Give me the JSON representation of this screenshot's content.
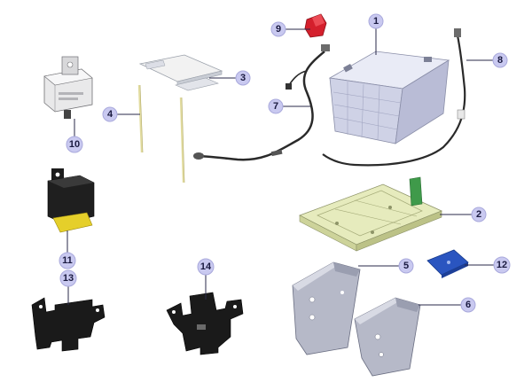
{
  "parts": [
    {
      "number": "1"
    },
    {
      "number": "2"
    },
    {
      "number": "3"
    },
    {
      "number": "4"
    },
    {
      "number": "5"
    },
    {
      "number": "6"
    },
    {
      "number": "7"
    },
    {
      "number": "8"
    },
    {
      "number": "9"
    },
    {
      "number": "10"
    },
    {
      "number": "11"
    },
    {
      "number": "12"
    },
    {
      "number": "13"
    },
    {
      "number": "14"
    }
  ],
  "colors": {
    "callout_fill": "#c9c9f0",
    "battery": "#d6d8ea",
    "tray": "#e4e9b8",
    "tray_tab": "#3f9a4a",
    "bracket": "#b0b4c4",
    "blue_clip": "#2a55c0",
    "red_cap": "#d41f2c",
    "relay_socket": "#e5cf2a"
  }
}
